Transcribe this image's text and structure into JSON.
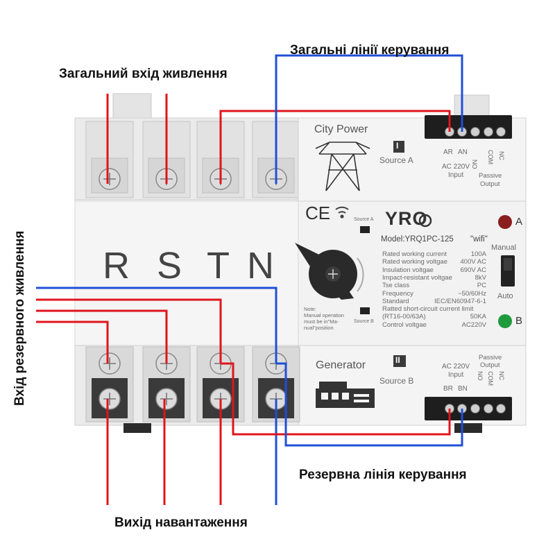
{
  "callouts": {
    "common_input": "Загальний вхід живлення",
    "common_control": "Загальні лінії керування",
    "backup_input": "Вхід резервного живлення",
    "backup_control": "Резервна лінія керування",
    "load_output": "Вихід навантаження"
  },
  "device": {
    "phase_letters": [
      "R",
      "S",
      "T",
      "N"
    ],
    "source_a": {
      "name": "City Power",
      "numeral": "I",
      "label": "Source A",
      "term_labels": [
        "AR",
        "AN"
      ],
      "input_text": [
        "AC 220V",
        "Input"
      ],
      "passive_cols": [
        "NO",
        "COM",
        "NC"
      ],
      "passive_text": [
        "Passive",
        "Output"
      ]
    },
    "source_b": {
      "name": "Generator",
      "numeral": "II",
      "label": "Source B",
      "term_labels": [
        "BR",
        "BN"
      ],
      "input_text": [
        "AC 220V",
        "Input"
      ],
      "passive_cols": [
        "NO",
        "COM",
        "NC"
      ],
      "passive_text": [
        "Passive",
        "Output"
      ]
    },
    "brand": "YRO",
    "ce": "CE",
    "model": "Model:YRQ1PC-125",
    "wifi_tag": "\"wifi\"",
    "specs": [
      {
        "k": "Rated working current",
        "v": "100A"
      },
      {
        "k": "Rated working voltgae",
        "v": "400V AC"
      },
      {
        "k": "Insulation voltgae",
        "v": "690V AC"
      },
      {
        "k": "Impact-resistant voltgae",
        "v": "8kV"
      },
      {
        "k": "Tse class",
        "v": "PC"
      },
      {
        "k": "Frequency",
        "v": "~50/60Hz"
      },
      {
        "k": "Standard",
        "v": "IEC/EN60947-6-1"
      },
      {
        "k": "Ratted short-circuit current limit",
        "v": ""
      },
      {
        "k": "(RT16-00/63A)",
        "v": "50KA"
      },
      {
        "k": "Control voltgae",
        "v": "AC220V"
      }
    ],
    "source_a_small": "Source A",
    "source_b_small": "Source B",
    "note": [
      "Note:",
      "Manual operation",
      "must be in\"Ma-",
      "nual\"position"
    ],
    "indicator_a": "A",
    "indicator_b": "B",
    "manual": "Manual",
    "auto": "Auto"
  },
  "colors": {
    "red_wire": "#e0141c",
    "blue_wire": "#1f4fd8",
    "housing": "#ececec",
    "terminal_block": "#1e1e1e"
  }
}
